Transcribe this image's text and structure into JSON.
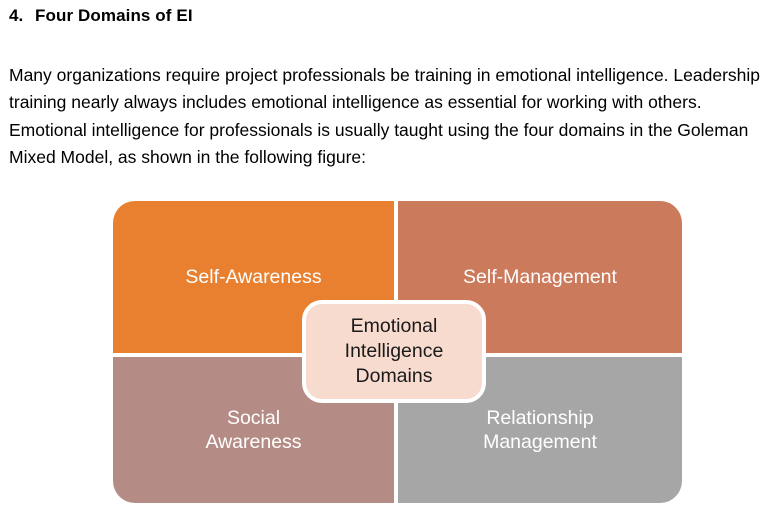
{
  "document": {
    "section_number": "4.",
    "section_title": "Four Domains of EI",
    "paragraph": "Many organizations require project professionals be training in emotional intelligence. Leadership training nearly always includes emotional intelligence as essential for working with others. Emotional intelligence for professionals is usually taught using the four domains in the Goleman Mixed Model, as shown in the following figure:"
  },
  "figure": {
    "center": {
      "line1": "Emotional",
      "line2": "Intelligence",
      "line3": "Domains",
      "background_color": "#F8DBCF",
      "border_color": "#FFFFFF",
      "text_color": "#1A1A1A"
    },
    "quadrants": [
      {
        "id": "self-awareness",
        "position": "top-left",
        "label": "Self-Awareness",
        "line1": "Self-Awareness",
        "line2": "",
        "color": "#E8802F",
        "text_color": "#FFFFFF"
      },
      {
        "id": "self-management",
        "position": "top-right",
        "label": "Self-Management",
        "line1": "Self-Management",
        "line2": "",
        "color": "#CC7A5C",
        "text_color": "#FFFFFF"
      },
      {
        "id": "social-awareness",
        "position": "bottom-left",
        "label": "Social Awareness",
        "line1": "Social",
        "line2": "Awareness",
        "color": "#B58C85",
        "text_color": "#FFFFFF"
      },
      {
        "id": "relationship-management",
        "position": "bottom-right",
        "label": "Relationship Management",
        "line1": "Relationship",
        "line2": "Management",
        "color": "#A6A6A6",
        "text_color": "#FFFFFF"
      }
    ]
  }
}
